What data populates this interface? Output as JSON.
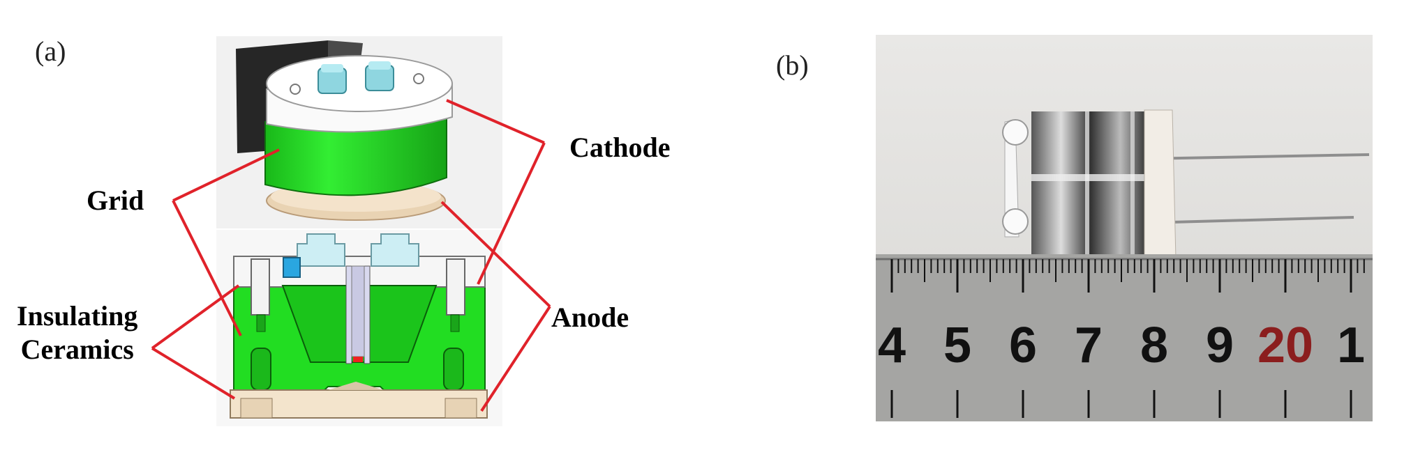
{
  "panels": {
    "a": {
      "label": "(a)"
    },
    "b": {
      "label": "(b)"
    }
  },
  "callouts": {
    "grid": "Grid",
    "insulating_line1": "Insulating",
    "insulating_line2": "Ceramics",
    "cathode": "Cathode",
    "anode": "Anode"
  },
  "ruler": {
    "numbers": [
      "4",
      "5",
      "6",
      "7",
      "8",
      "9",
      "20",
      "1"
    ]
  },
  "colors": {
    "grid_green": "#22dd22",
    "leader_red": "#e0222a",
    "ceramic": "#f3e4cc",
    "ruler_red_digits": "#8b1e1e"
  }
}
